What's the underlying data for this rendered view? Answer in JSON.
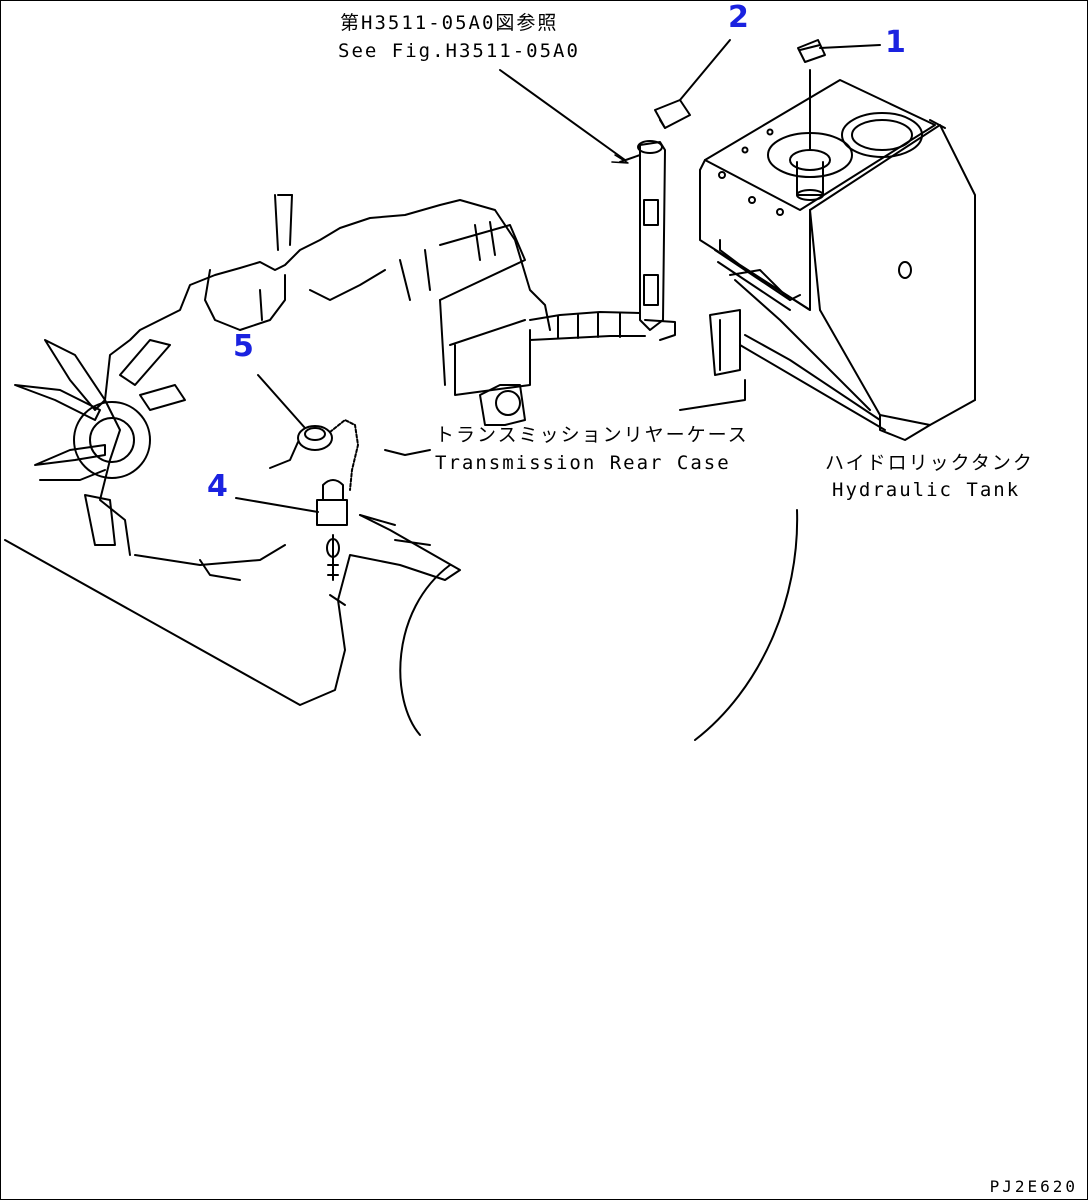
{
  "callouts": [
    {
      "id": "1",
      "label": "1"
    },
    {
      "id": "2",
      "label": "2"
    },
    {
      "id": "4",
      "label": "4"
    },
    {
      "id": "5",
      "label": "5"
    }
  ],
  "reference_note": {
    "jp": "第H3511-05A0図参照",
    "en": "See Fig.H3511-05A0"
  },
  "transmission_label": {
    "jp": "トランスミッションリヤーケース",
    "en": "Transmission Rear Case"
  },
  "tank_label": {
    "jp": "ハイドロリックタンク",
    "en": "Hydraulic Tank"
  },
  "drawing_code": "PJ2E620",
  "colors": {
    "callout": "#1a22e0",
    "line": "#000000",
    "background": "#ffffff"
  }
}
